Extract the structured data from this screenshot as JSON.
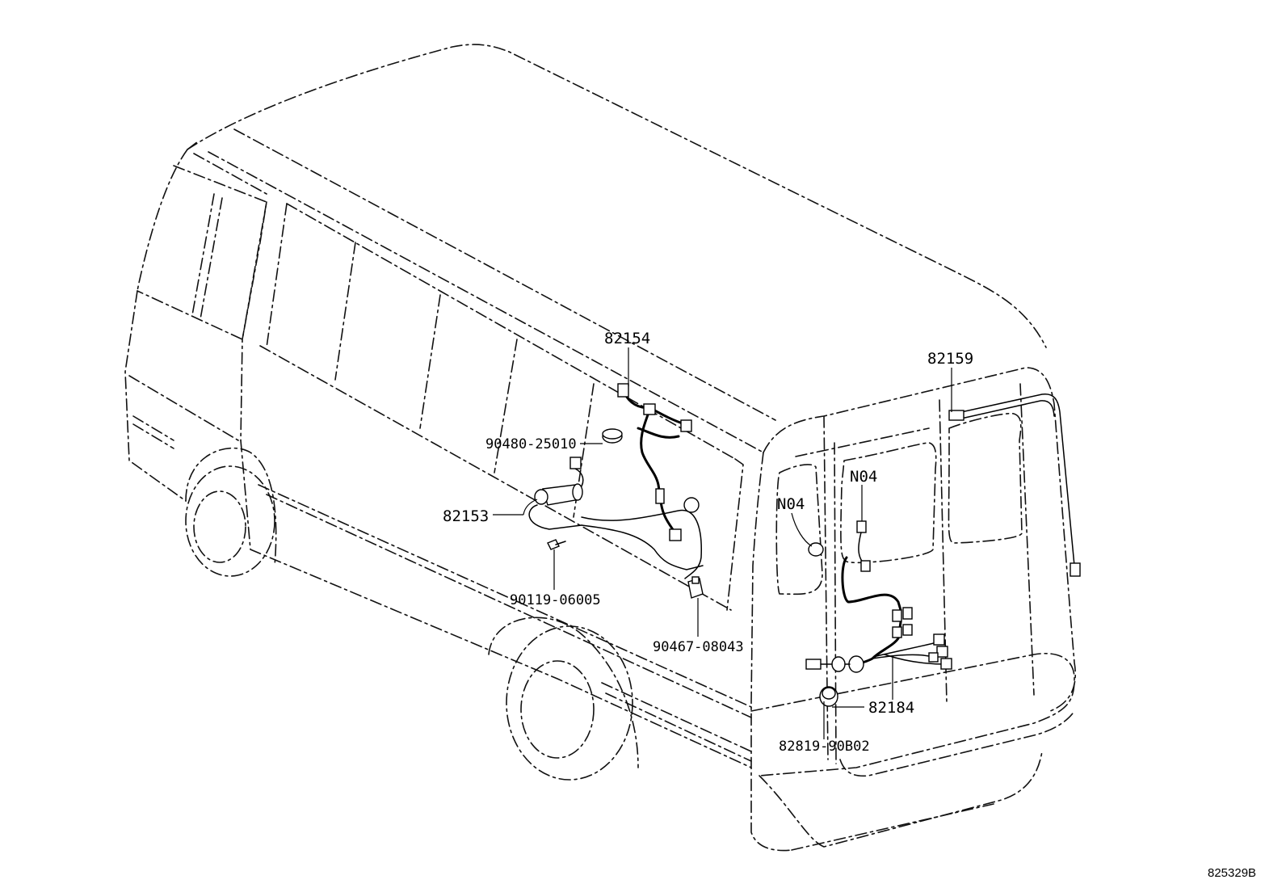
{
  "diagram": {
    "parts": [
      {
        "id": "p82154",
        "number": "82154"
      },
      {
        "id": "p82159",
        "number": "82159"
      },
      {
        "id": "p90480",
        "number": "90480-25010"
      },
      {
        "id": "p82153",
        "number": "82153"
      },
      {
        "id": "p90119",
        "number": "90119-06005"
      },
      {
        "id": "p90467",
        "number": "90467-08043"
      },
      {
        "id": "pN04a",
        "number": "N04"
      },
      {
        "id": "pN04b",
        "number": "N04"
      },
      {
        "id": "p82184",
        "number": "82184"
      },
      {
        "id": "p82819",
        "number": "82819-90B02"
      }
    ],
    "figure_id": "825329B"
  }
}
